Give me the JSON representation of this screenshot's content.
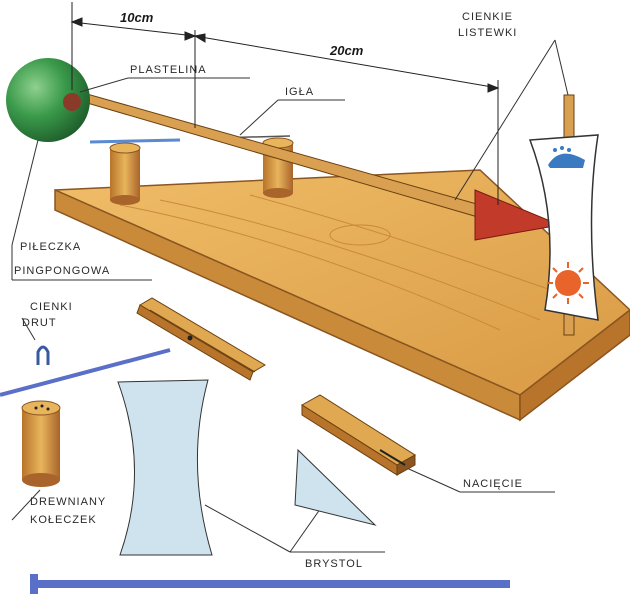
{
  "dimensions": {
    "d1": "10cm",
    "d2": "20cm"
  },
  "labels": {
    "plastelina": "PLASTELINA",
    "igla": "IGŁA",
    "cienkie_listewki_1": "CIENKIE",
    "cienkie_listewki_2": "LISTEWKI",
    "pileczka_1": "PIŁECZKA",
    "pileczka_2": "PINGPONGOWA",
    "cienki_drut_1": "CIENKI",
    "cienki_drut_2": "DRUT",
    "drewniany_1": "DREWNIANY",
    "drewniany_2": "KOŁECZEK",
    "naciecie": "NACIĘCIE",
    "brystol": "BRYSTOL"
  },
  "colors": {
    "board": "#e3a64e",
    "board_edge": "#b8742a",
    "ball": "#3a9a4a",
    "plasticine": "#8b3a2a",
    "arrow_head": "#c23a2a",
    "card": "#cfe3ef",
    "sun": "#e8642a",
    "accent_line": "#5a6fc8"
  }
}
